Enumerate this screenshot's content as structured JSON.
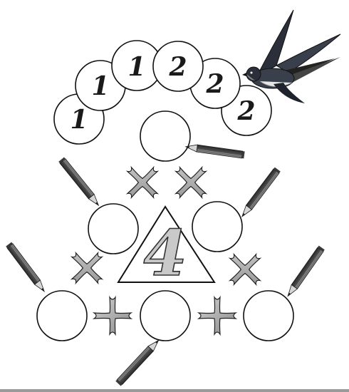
{
  "top_number_circles": [
    {
      "digit": "1"
    },
    {
      "digit": "1"
    },
    {
      "digit": "1"
    },
    {
      "digit": "2"
    },
    {
      "digit": "2"
    },
    {
      "digit": "2"
    }
  ],
  "center_triangle": {
    "digit": "4"
  },
  "answer_circles": [
    {
      "value": ""
    },
    {
      "value": ""
    },
    {
      "value": ""
    },
    {
      "value": ""
    },
    {
      "value": ""
    },
    {
      "value": ""
    }
  ],
  "operators": {
    "left_side": [
      "×",
      "×"
    ],
    "right_side": [
      "×",
      "×"
    ],
    "bottom_side": [
      "+",
      "+"
    ]
  },
  "colors": {
    "ink": "#111111",
    "operator_fill": "#a8a8a8",
    "pencil_body": "#5a5a5a",
    "bird_back": "#2b2f3a"
  },
  "icons": [
    "swallow-bird-icon",
    "pencil-icon"
  ]
}
